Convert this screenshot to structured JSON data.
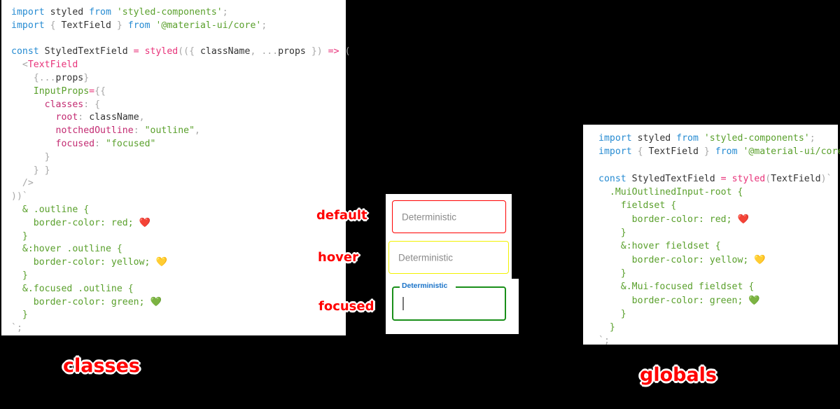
{
  "panels": {
    "classes": {
      "name": "classes",
      "caption": "classes",
      "lines": [
        [
          {
            "t": "import ",
            "c": "kw"
          },
          {
            "t": "styled",
            "c": "plain"
          },
          {
            "t": " from ",
            "c": "kw"
          },
          {
            "t": "'styled-components'",
            "c": "str"
          },
          {
            "t": ";",
            "c": "punct"
          }
        ],
        [
          {
            "t": "import ",
            "c": "kw"
          },
          {
            "t": "{",
            "c": "punct"
          },
          {
            "t": " TextField ",
            "c": "plain"
          },
          {
            "t": "}",
            "c": "punct"
          },
          {
            "t": " from ",
            "c": "kw"
          },
          {
            "t": "'@material-ui/core'",
            "c": "str"
          },
          {
            "t": ";",
            "c": "punct"
          }
        ],
        [],
        [
          {
            "t": "const ",
            "c": "kw"
          },
          {
            "t": "StyledTextField",
            "c": "plain"
          },
          {
            "t": " = ",
            "c": "op"
          },
          {
            "t": "styled",
            "c": "fn"
          },
          {
            "t": "((",
            "c": "punct"
          },
          {
            "t": "{ ",
            "c": "punct"
          },
          {
            "t": "className",
            "c": "plain"
          },
          {
            "t": ", ",
            "c": "punct"
          },
          {
            "t": "...",
            "c": "punct"
          },
          {
            "t": "props",
            "c": "plain"
          },
          {
            "t": " }",
            "c": "punct"
          },
          {
            "t": ") ",
            "c": "punct"
          },
          {
            "t": "=>",
            "c": "op"
          },
          {
            "t": " (",
            "c": "punct"
          }
        ],
        [
          {
            "t": "  <",
            "c": "punct"
          },
          {
            "t": "TextField",
            "c": "fn"
          }
        ],
        [
          {
            "t": "    {",
            "c": "punct"
          },
          {
            "t": "...",
            "c": "punct"
          },
          {
            "t": "props",
            "c": "plain"
          },
          {
            "t": "}",
            "c": "punct"
          }
        ],
        [
          {
            "t": "    ",
            "c": "punct"
          },
          {
            "t": "InputProps",
            "c": "css"
          },
          {
            "t": "=",
            "c": "op"
          },
          {
            "t": "{{",
            "c": "punct"
          }
        ],
        [
          {
            "t": "      ",
            "c": "punct"
          },
          {
            "t": "classes",
            "c": "prop"
          },
          {
            "t": ": ",
            "c": "punct"
          },
          {
            "t": "{",
            "c": "punct"
          }
        ],
        [
          {
            "t": "        ",
            "c": "punct"
          },
          {
            "t": "root",
            "c": "prop"
          },
          {
            "t": ": ",
            "c": "punct"
          },
          {
            "t": "className",
            "c": "plain"
          },
          {
            "t": ",",
            "c": "punct"
          }
        ],
        [
          {
            "t": "        ",
            "c": "punct"
          },
          {
            "t": "notchedOutline",
            "c": "prop"
          },
          {
            "t": ": ",
            "c": "punct"
          },
          {
            "t": "\"outline\"",
            "c": "str"
          },
          {
            "t": ",",
            "c": "punct"
          }
        ],
        [
          {
            "t": "        ",
            "c": "punct"
          },
          {
            "t": "focused",
            "c": "prop"
          },
          {
            "t": ": ",
            "c": "punct"
          },
          {
            "t": "\"focused\"",
            "c": "str"
          }
        ],
        [
          {
            "t": "      }",
            "c": "punct"
          }
        ],
        [
          {
            "t": "    } }",
            "c": "punct"
          }
        ],
        [
          {
            "t": "  />",
            "c": "punct"
          }
        ],
        [
          {
            "t": "))`",
            "c": "punct"
          }
        ],
        [
          {
            "t": "  & .outline {",
            "c": "css"
          }
        ],
        [
          {
            "t": "    border-color: red; ",
            "c": "css"
          },
          {
            "t": "❤️",
            "c": "emoji"
          }
        ],
        [
          {
            "t": "  }",
            "c": "css"
          }
        ],
        [
          {
            "t": "  &:hover .outline {",
            "c": "css"
          }
        ],
        [
          {
            "t": "    border-color: yellow; ",
            "c": "css"
          },
          {
            "t": "💛",
            "c": "emoji"
          }
        ],
        [
          {
            "t": "  }",
            "c": "css"
          }
        ],
        [
          {
            "t": "  &.focused .outline {",
            "c": "css"
          }
        ],
        [
          {
            "t": "    border-color: green; ",
            "c": "css"
          },
          {
            "t": "💚",
            "c": "emoji"
          }
        ],
        [
          {
            "t": "  }",
            "c": "css"
          }
        ],
        [
          {
            "t": "`;",
            "c": "punct"
          }
        ]
      ]
    },
    "globals": {
      "name": "globals",
      "caption": "globals",
      "lines": [
        [
          {
            "t": "import ",
            "c": "kw"
          },
          {
            "t": "styled",
            "c": "plain"
          },
          {
            "t": " from ",
            "c": "kw"
          },
          {
            "t": "'styled-components'",
            "c": "str"
          },
          {
            "t": ";",
            "c": "punct"
          }
        ],
        [
          {
            "t": "import ",
            "c": "kw"
          },
          {
            "t": "{",
            "c": "punct"
          },
          {
            "t": " TextField ",
            "c": "plain"
          },
          {
            "t": "}",
            "c": "punct"
          },
          {
            "t": " from ",
            "c": "kw"
          },
          {
            "t": "'@material-ui/core'",
            "c": "str"
          },
          {
            "t": ";",
            "c": "punct"
          }
        ],
        [],
        [
          {
            "t": "const ",
            "c": "kw"
          },
          {
            "t": "StyledTextField",
            "c": "plain"
          },
          {
            "t": " = ",
            "c": "op"
          },
          {
            "t": "styled",
            "c": "fn"
          },
          {
            "t": "(",
            "c": "punct"
          },
          {
            "t": "TextField",
            "c": "plain"
          },
          {
            "t": ")`",
            "c": "punct"
          }
        ],
        [
          {
            "t": "  .MuiOutlinedInput-root {",
            "c": "css"
          }
        ],
        [
          {
            "t": "    fieldset {",
            "c": "css"
          }
        ],
        [
          {
            "t": "      border-color: red; ",
            "c": "css"
          },
          {
            "t": "❤️",
            "c": "emoji"
          }
        ],
        [
          {
            "t": "    }",
            "c": "css"
          }
        ],
        [
          {
            "t": "    &:hover fieldset {",
            "c": "css"
          }
        ],
        [
          {
            "t": "      border-color: yellow; ",
            "c": "css"
          },
          {
            "t": "💛",
            "c": "emoji"
          }
        ],
        [
          {
            "t": "    }",
            "c": "css"
          }
        ],
        [
          {
            "t": "    &.Mui-focused fieldset {",
            "c": "css"
          }
        ],
        [
          {
            "t": "      border-color: green; ",
            "c": "css"
          },
          {
            "t": "💚",
            "c": "emoji"
          }
        ],
        [
          {
            "t": "    }",
            "c": "css"
          }
        ],
        [
          {
            "t": "  }",
            "c": "css"
          }
        ],
        [
          {
            "t": "`;",
            "c": "punct"
          }
        ]
      ]
    }
  },
  "preview": {
    "fields": [
      {
        "state": "default",
        "value": "Deterministic",
        "border_color": "#ff0000"
      },
      {
        "state": "hover",
        "value": "Deterministic",
        "border_color": "#f2f200"
      },
      {
        "state": "focused",
        "legend": "Deterministic",
        "value": "",
        "border_color": "#1a8f1a",
        "legend_color": "#1a73c8"
      }
    ]
  },
  "annotations": {
    "default": "default",
    "hover": "hover",
    "focused": "focused",
    "classes": "classes",
    "globals": "globals"
  },
  "colors": {
    "keyword": "#268bd2",
    "string": "#5aa02c",
    "function": "#e8337a",
    "property": "#c32b72",
    "punctuation": "#a8a8a8",
    "plain": "#333333",
    "annotation": "#ff0000",
    "background": "#000000",
    "panel": "#ffffff"
  }
}
